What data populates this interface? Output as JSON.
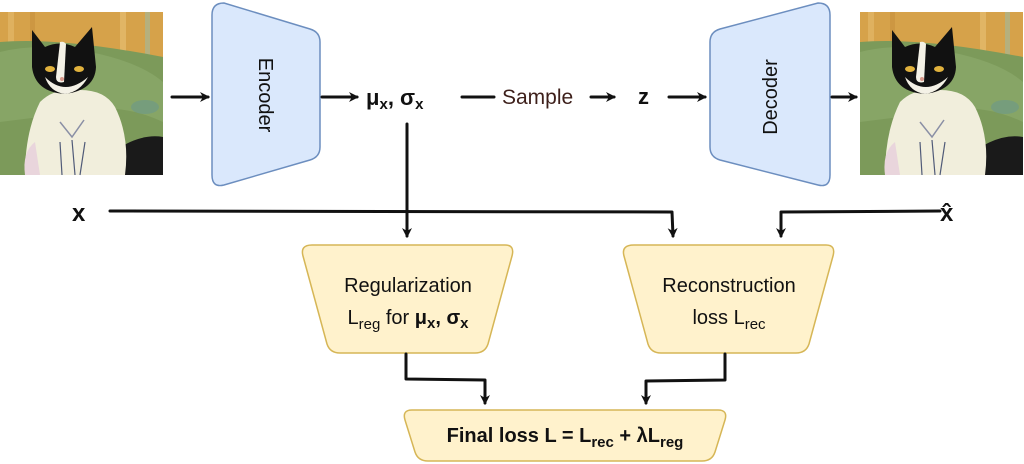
{
  "diagram": {
    "title": "Variational autoencoder training scheme",
    "input_image": {
      "label": "x",
      "description": "painting of a black and white cat"
    },
    "output_image": {
      "label": "x̂",
      "description": "reconstructed painting of a black and white cat"
    },
    "encoder": {
      "label": "Encoder"
    },
    "decoder": {
      "label": "Decoder"
    },
    "latent_params": {
      "mu": "μ",
      "sigma": "σ",
      "sub": "x",
      "sep": ", "
    },
    "sample": {
      "label": "Sample",
      "color": "#3d1f1a"
    },
    "z": {
      "label": "z"
    },
    "regularization": {
      "line1": "Regularization",
      "l": "L",
      "l_sub": "reg",
      "for": " for ",
      "mu": "μ",
      "sigma": "σ",
      "sub": "x",
      "sep": ", "
    },
    "reconstruction": {
      "line1": "Reconstruction",
      "prefix": "loss L",
      "l_sub": "rec"
    },
    "final": {
      "prefix": "Final loss L = L",
      "sub1": "rec",
      "mid": " + λL",
      "sub2": "reg"
    },
    "colors": {
      "encoder_fill": "#dae8fc",
      "encoder_stroke": "#6c8ebf",
      "loss_fill": "#fff2cc",
      "loss_stroke": "#d6b656",
      "arrow": "#111111"
    }
  }
}
